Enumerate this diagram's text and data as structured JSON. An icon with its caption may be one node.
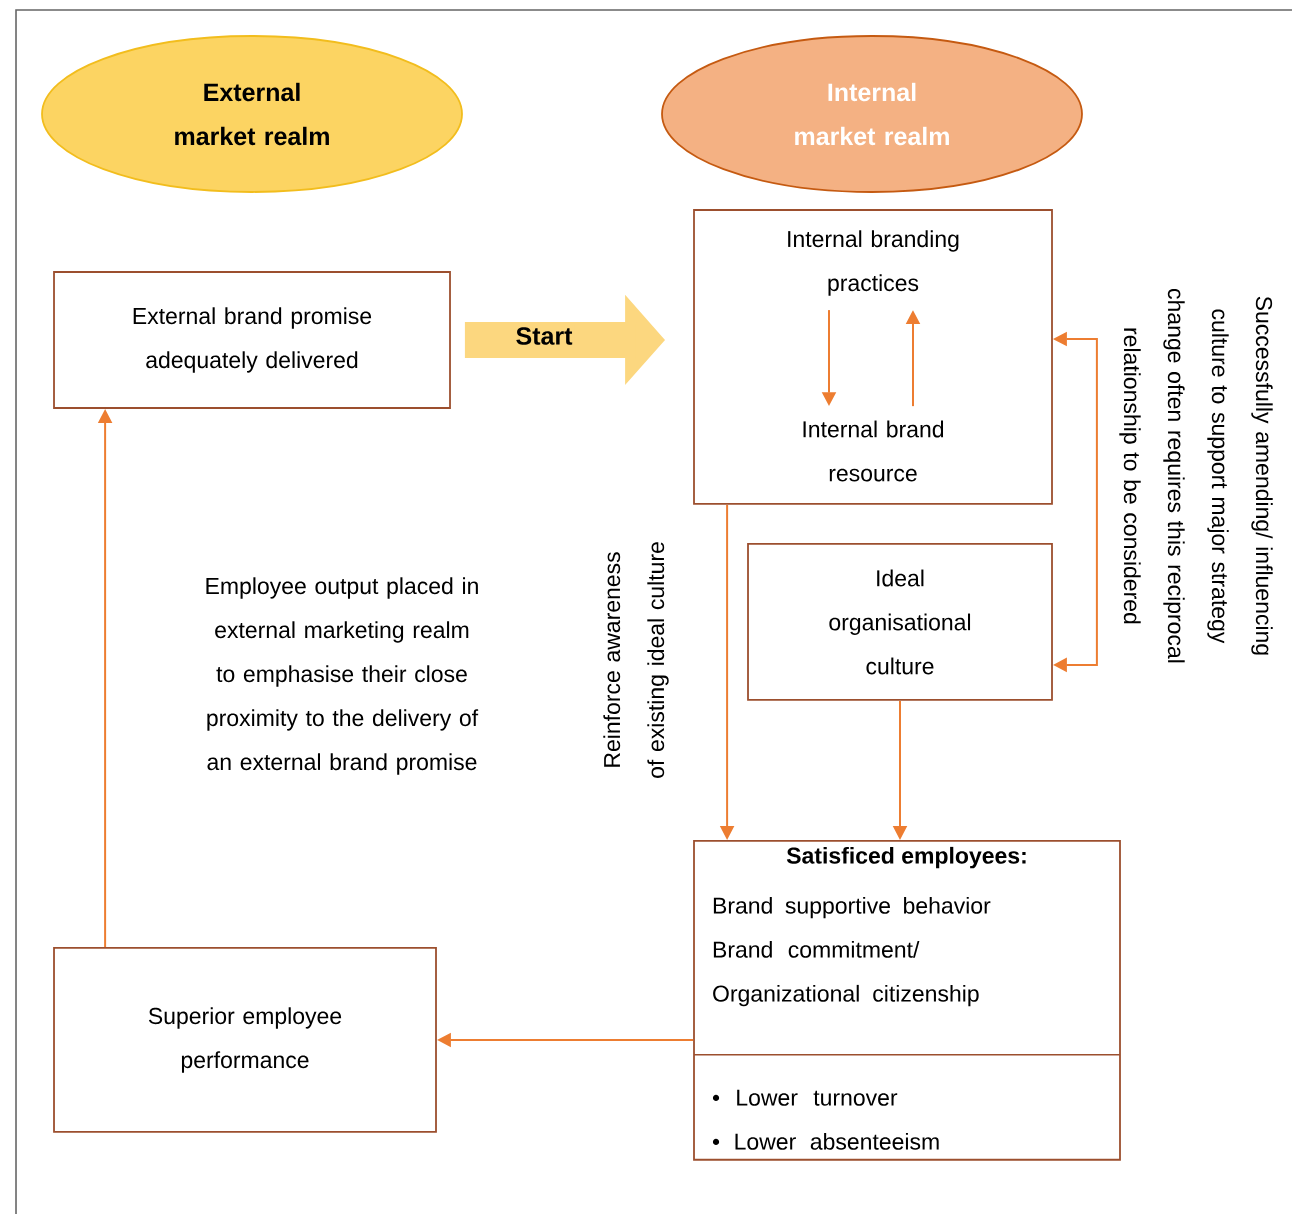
{
  "diagram": {
    "nodes": [
      {
        "text": [
          "External market realm"
        ]
      },
      {
        "text": [
          "Internal market realm"
        ]
      },
      {
        "text": [
          "External brand promise adequately delivered"
        ]
      },
      {
        "text": [],
        "shape": "box"
      },
      {
        "text": [
          "Internal branding practices"
        ],
        "in": 3
      },
      {
        "text": [
          "Internal brand resource"
        ],
        "in": 3
      },
      {
        "text": [
          "Ideal organisational culture"
        ]
      },
      {
        "text": [
          "Satisficed employees:",
          "Brand supportive behavior",
          "Brand commitment/ Organizational citizenship",
          "• Lower turnover",
          "• Lower absenteeism"
        ]
      },
      {
        "text": [
          "Superior employee performance"
        ]
      }
    ],
    "edges": [
      {
        "from": 2,
        "to": 3,
        "arrow": "to",
        "label": "Start",
        "style": "thick"
      },
      {
        "from": 4,
        "to": 5,
        "arrow": "to"
      },
      {
        "from": 5,
        "to": 4,
        "arrow": "to"
      },
      {
        "from": 3,
        "to": 7,
        "arrow": "to",
        "label": "Reinforce awareness of existing ideal culture"
      },
      {
        "from": 6,
        "to": 7,
        "arrow": "to"
      },
      {
        "from": 3,
        "to": 6,
        "arrow": "both",
        "label": "Successfully amending/ influencing culture to support major strategy change often requires this reciprocal relationship to be considered"
      },
      {
        "from": 7,
        "to": 8,
        "arrow": "to"
      },
      {
        "from": 8,
        "to": 2,
        "arrow": "to",
        "label": "Employee output placed in external marketing realm to emphasise their close proximity to the delivery of an external brand promise"
      }
    ]
  }
}
